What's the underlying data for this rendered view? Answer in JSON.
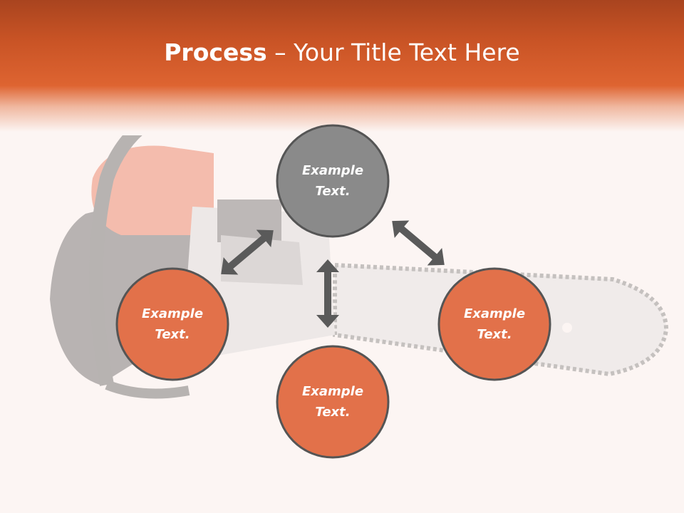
{
  "slide": {
    "title_bold": "Process",
    "title_sep": " – ",
    "title_rest": "Your Title Text Here"
  },
  "diagram": {
    "nodes": [
      {
        "id": "top",
        "line1": "Example",
        "line2": "Text.",
        "fill": "#8a8a8a"
      },
      {
        "id": "left",
        "line1": "Example",
        "line2": "Text.",
        "fill": "#e2714a"
      },
      {
        "id": "bottom",
        "line1": "Example",
        "line2": "Text.",
        "fill": "#e2714a"
      },
      {
        "id": "right",
        "line1": "Example",
        "line2": "Text.",
        "fill": "#e2714a"
      }
    ],
    "arrow_icon": "double-headed-arrow",
    "node_border_color": "#555555",
    "arrow_color": "#5a5a5a"
  },
  "background": {
    "image_icon": "chainsaw-photo",
    "accent_color": "#de6431",
    "page_color": "#fcf5f3"
  }
}
